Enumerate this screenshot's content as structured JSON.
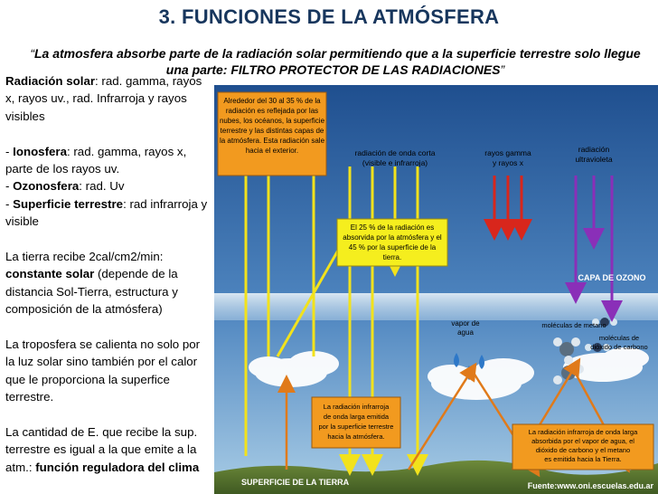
{
  "slide": {
    "title": "3. FUNCIONES DE LA ATMÓSFERA",
    "quote_open": "“",
    "quote_text": "La atmosfera absorbe parte de la radiación solar permitiendo que a la superficie terrestre solo llegue una parte: FILTRO PROTECTOR DE LAS RADIACIONES",
    "quote_close": "”"
  },
  "left": {
    "p1_bold": "Radiación solar",
    "p1_text": ": rad. gamma, rayos x, rayos uv., rad. Infrarroja y rayos visibles",
    "p2_prefix": " - ",
    "p2_bold": "Ionosfera",
    "p2_text": ": rad. gamma, rayos x, parte de los rayos uv.",
    "p2b_prefix": "- ",
    "p2b_bold": "Ozonosfera",
    "p2b_text": ": rad. Uv",
    "p2c_prefix": "- ",
    "p2c_bold": "Superficie terrestre",
    "p2c_text": ": rad infrarroja y visible",
    "p3_text1": "La tierra recibe 2cal/cm2/min: ",
    "p3_bold": "constante solar",
    "p3_text2": " (depende de la distancia Sol-Tierra, estructura y composición de la atmósfera)",
    "p4_text": "La troposfera se calienta no solo por la luz solar sino también por el calor que le proporciona la superfice terrestre.",
    "p5_text": "La cantidad de E. que recibe la sup. terrestre es igual a la que emite a la atm.: ",
    "p5_bold": "función reguladora del clima"
  },
  "figure": {
    "box1": [
      "Alrededor del 30 al 35 % de la",
      "radiación es reflejada por las",
      "nubes, los océanos, la superficie",
      "terrestre y las distintas capas de",
      "la atmósfera. Esta radiación sale",
      "hacia el exterior."
    ],
    "label_short": [
      "radiación de onda corta",
      "(visible e infrarroja)"
    ],
    "label_gamma": [
      "rayos gamma",
      "y rayos x"
    ],
    "label_uv": [
      "radiación",
      "ultravioleta"
    ],
    "box2": [
      "El 25 % de la radiación es",
      "absorvida por la atmósfera y el",
      "45 % por la superficie de la",
      "tierra."
    ],
    "label_ozone": "CAPA DE OZONO",
    "label_methane": "moléculas de metano",
    "label_vapor": [
      "vapor de",
      "agua"
    ],
    "label_co2": [
      "moléculas de",
      "dióxido de carbono"
    ],
    "box3": [
      "La radiación infrarroja",
      "de onda larga emitida",
      "por la superficie terrestre",
      "hacia la atmósfera."
    ],
    "box4": [
      "La radiación infrarroja de onda larga",
      "absorbida por el vapor de agua, el",
      "dióxido de carbono y el metano",
      "es emitida hacia la Tierra."
    ],
    "label_surface": "SUPERFICIE DE LA TIERRA",
    "source": "Fuente:www.oni.escuelas.edu.ar",
    "colors": {
      "sky_top": "#1f4f8f",
      "sky_bottom": "#7fb0d6",
      "ozone": "#dbe8f2",
      "yellow_arrow": "#f2e21c",
      "red_arrow": "#d8261c",
      "purple_arrow": "#8a2fb8",
      "orange_arrow": "#e07a1a",
      "box_orange": "#f29a1f",
      "box_yellow": "#f5ee1e"
    }
  }
}
